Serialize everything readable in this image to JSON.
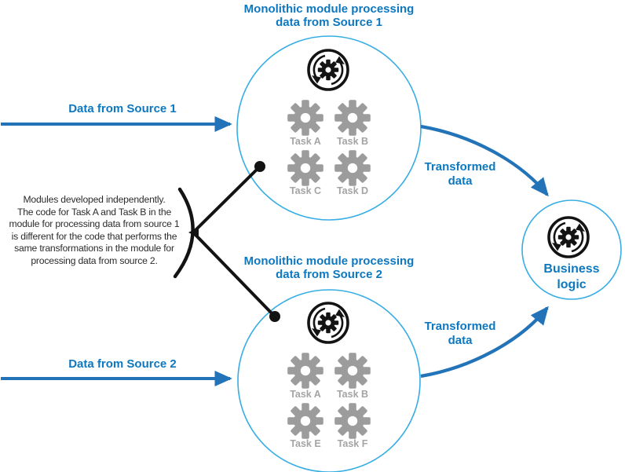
{
  "diagram": {
    "module1": {
      "title": [
        "Monolithic module processing",
        "data from Source 1"
      ],
      "tasks": [
        "Task A",
        "Task B",
        "Task C",
        "Task D"
      ]
    },
    "module2": {
      "title": [
        "Monolithic module processing",
        "data from Source 2"
      ],
      "tasks": [
        "Task A",
        "Task B",
        "Task E",
        "Task F"
      ]
    },
    "input1_label": "Data from Source 1",
    "input2_label": "Data from Source 2",
    "transformed_top": [
      "Transformed",
      "data"
    ],
    "transformed_bottom": [
      "Transformed",
      "data"
    ],
    "business": [
      "Business",
      "logic"
    ],
    "annotation_lines": [
      "Modules developed independently.",
      "The code for Task A and Task B in the",
      "module for processing data from source 1",
      "is different for the code that performs the",
      "same transformations in the module for",
      "processing data from source 2."
    ]
  },
  "icons": {
    "module1_icon": "gear-process-icon",
    "module2_icon": "gear-process-icon",
    "business_icon": "gear-process-icon",
    "task_icon": "gear-icon"
  },
  "colors": {
    "text_blue": "#0d78bf",
    "arrow_blue": "#2273b8",
    "circle_stroke": "#36ade4",
    "gear_gray": "#9c9c9c",
    "task_label_gray": "#a4a4a4",
    "annotation_text": "#2b2b2b",
    "black": "#131313"
  }
}
